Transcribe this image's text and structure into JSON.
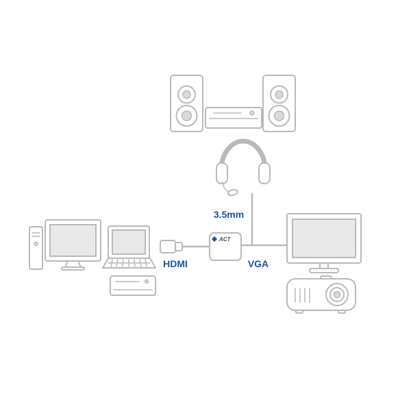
{
  "colors": {
    "line_art": "#b9b9b9",
    "screen_fill": "#e9e9e9",
    "inner_fill": "#d9d9d9",
    "label_blue": "#1a52a1",
    "brand_dark": "#4a4a4a",
    "background": "#ffffff"
  },
  "diagram": {
    "labels": {
      "audio_jack": "3.5mm",
      "hdmi_port": "HDMI",
      "vga_port": "VGA",
      "brand": "ACT"
    }
  }
}
